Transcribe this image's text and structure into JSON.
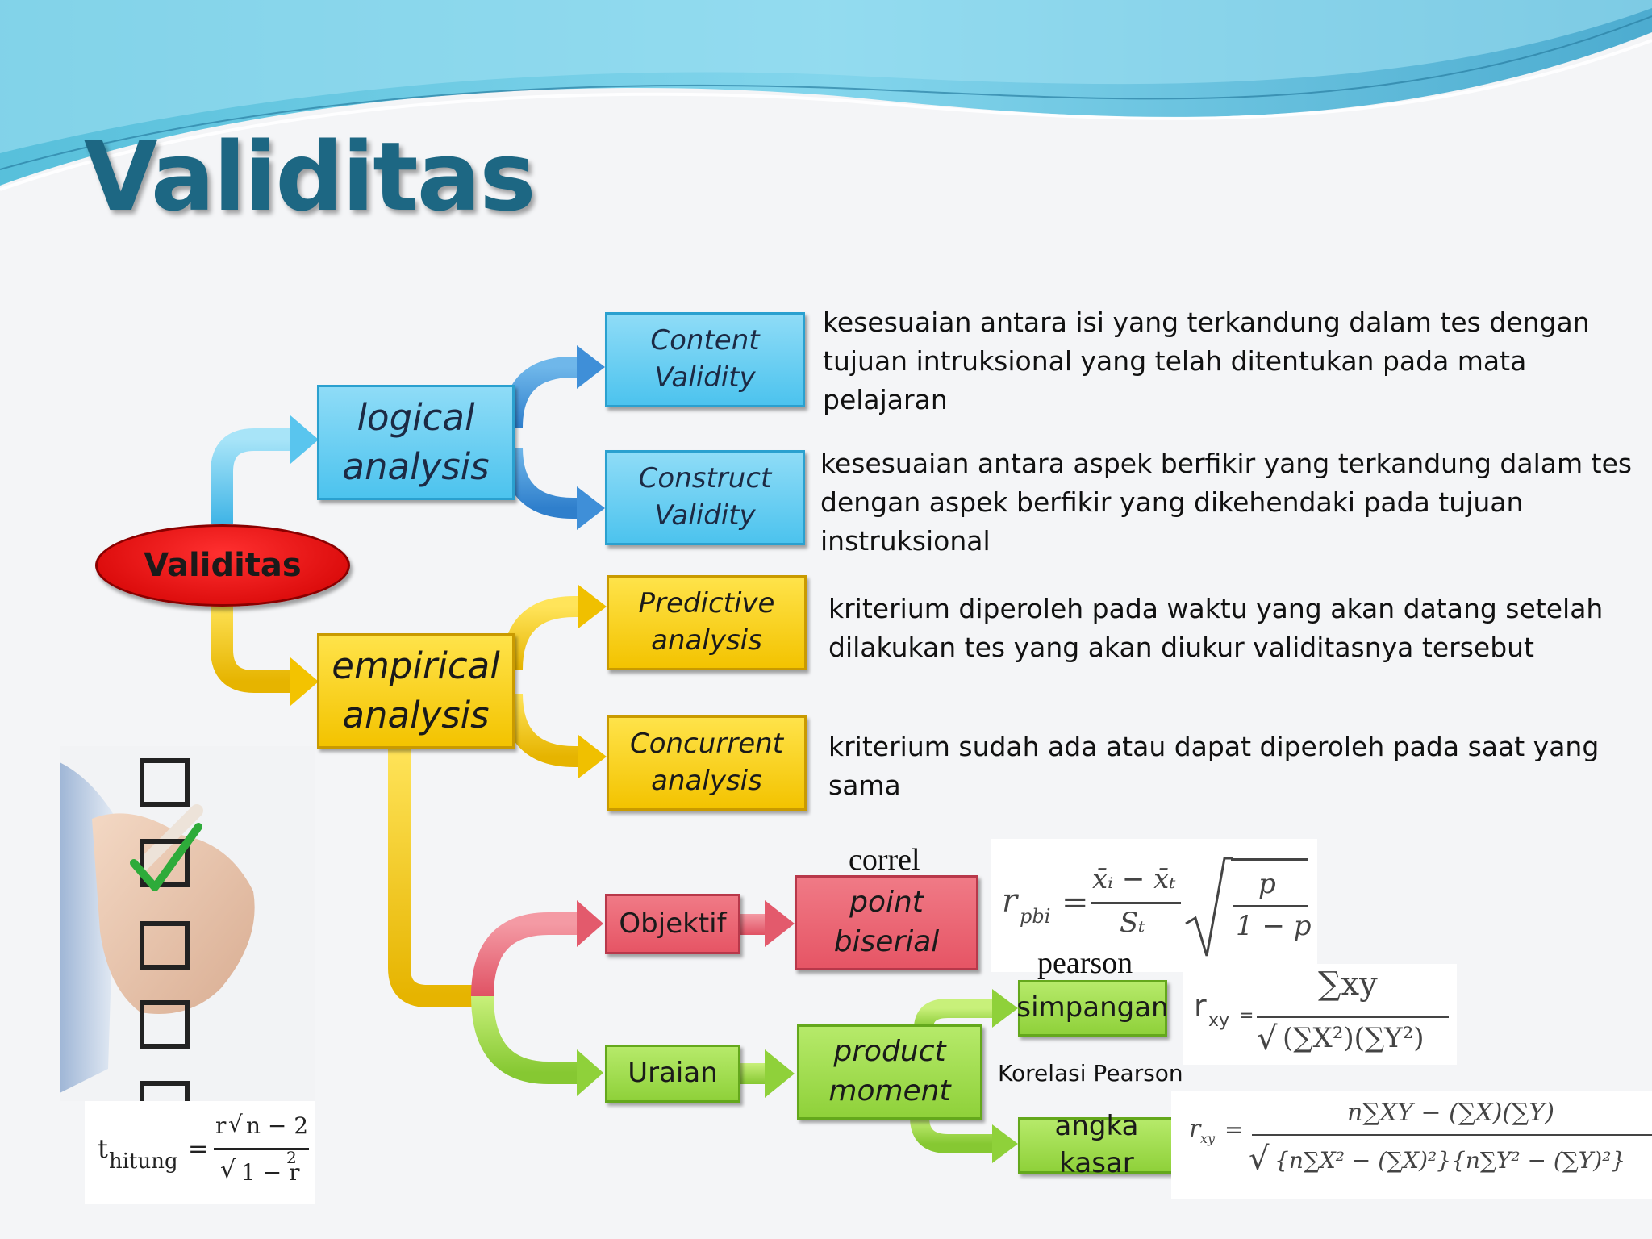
{
  "title": "Validitas",
  "root": {
    "label": "Validitas"
  },
  "logical": {
    "label": "logical analysis",
    "items": [
      {
        "label": "Content Validity",
        "description": "kesesuaian antara isi yang terkandung dalam tes dengan tujuan intruksional yang telah ditentukan pada mata pelajaran"
      },
      {
        "label": "Construct Validity",
        "description": "kesesuaian antara aspek berfikir yang terkandung dalam tes dengan aspek berfikir yang dikehendaki pada tujuan instruksional"
      }
    ]
  },
  "empirical": {
    "label": "empirical analysis",
    "items": [
      {
        "label": "Predictive analysis",
        "description": "kriterium diperoleh pada waktu yang akan datang setelah dilakukan tes yang akan diukur validitasnya tersebut"
      },
      {
        "label": "Concurrent analysis",
        "description": "kriterium sudah ada atau dapat diperoleh pada saat yang sama"
      }
    ]
  },
  "objektif": {
    "label": "Objektif",
    "method": "point biserial",
    "method_caption": "correl",
    "formula": {
      "lhs": "r",
      "sub": "pbi",
      "num": "x̄ᵢ − x̄ₜ",
      "den": "Sₜ",
      "root_num": "p",
      "root_den": "1 − p"
    }
  },
  "uraian": {
    "label": "Uraian",
    "method": "product moment",
    "caption_top": "pearson",
    "caption_mid": "Korelasi Pearson",
    "branches": [
      {
        "label": "simpangan",
        "formula": {
          "lhs": "r",
          "sub": "xy",
          "num": "∑xy",
          "den": "(∑X²)(∑Y²)"
        }
      },
      {
        "label": "angka kasar",
        "formula": {
          "lhs": "r",
          "sub": "xy",
          "num": "n∑XY − (∑X)(∑Y)",
          "den": "{n∑X² − (∑X)²}{n∑Y² − (∑Y)²}"
        }
      }
    ]
  },
  "t_formula": {
    "lhs": "t",
    "sub": "hitung",
    "num": "n − 2",
    "num_coef": "r",
    "den": "1 − r",
    "den_exp": "2"
  },
  "colors": {
    "title": "#1d6783",
    "blue": "#4cc3ee",
    "yellow": "#f3c300",
    "red": "#e65565",
    "green": "#8fd13a",
    "root": "#e01010"
  }
}
